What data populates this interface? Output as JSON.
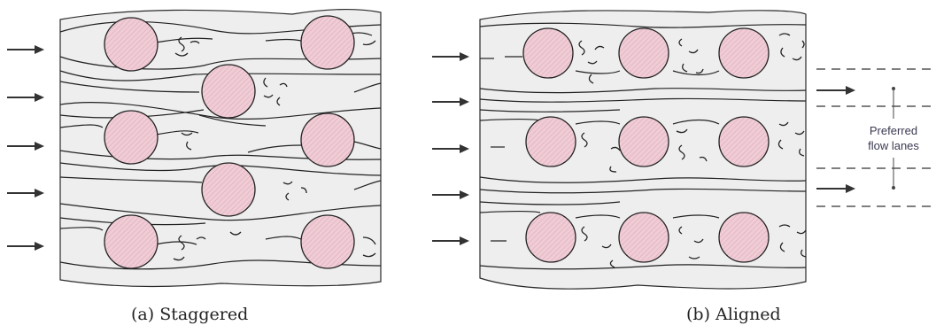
{
  "panels": [
    {
      "id": "a",
      "caption": "(a) Staggered"
    },
    {
      "id": "b",
      "caption": "(b) Aligned"
    }
  ],
  "annotation": {
    "line1": "Preferred",
    "line2": "flow lanes"
  },
  "colors": {
    "background": "#ffffff",
    "panel_fill": "#eeeeee",
    "tube_fill": "#f0cdd6",
    "tube_hatch": "#dcaab8",
    "tube_stroke": "#222222",
    "streamline": "#222222",
    "arrow": "#333333",
    "annotation_text": "#3a3a52"
  }
}
